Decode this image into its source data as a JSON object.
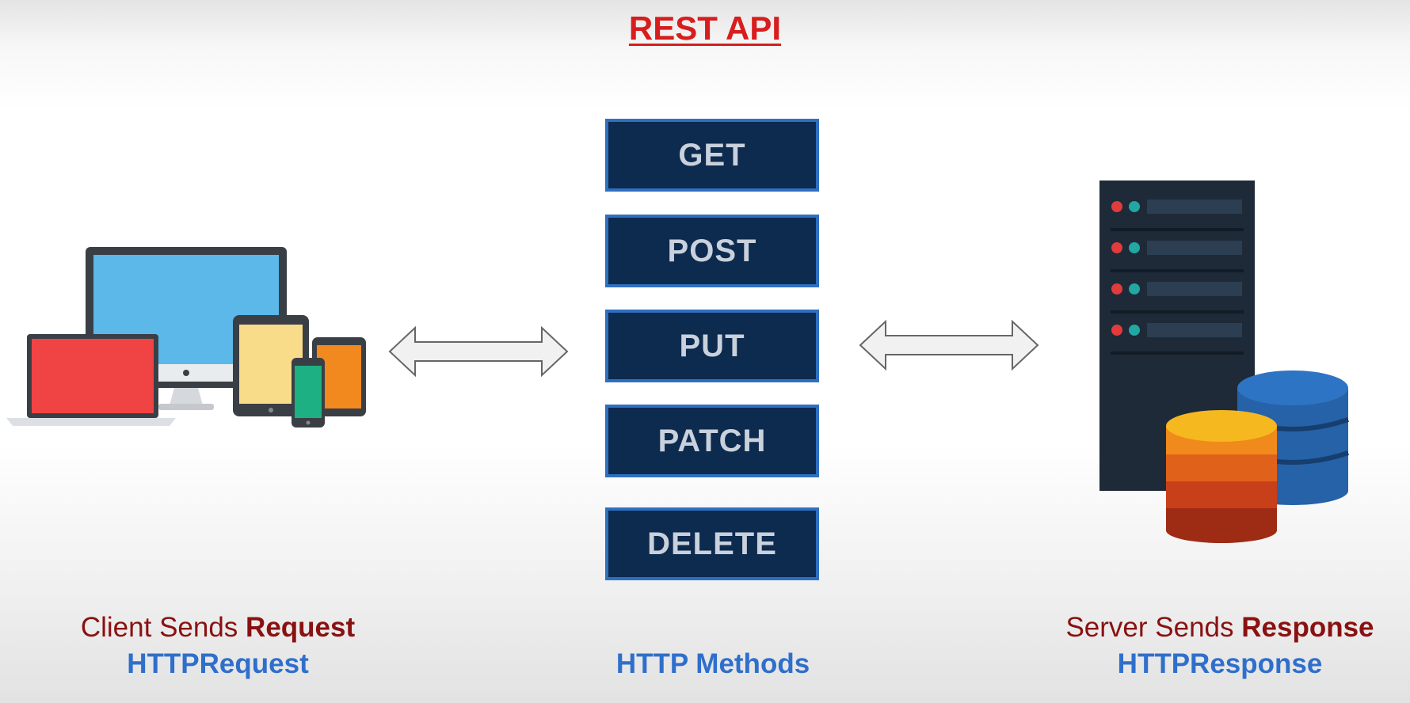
{
  "title": "REST API",
  "methods": [
    "GET",
    "POST",
    "PUT",
    "PATCH",
    "DELETE"
  ],
  "client": {
    "line1_prefix": "Client Sends",
    "line1_bold": "Request",
    "line2": "HTTPRequest"
  },
  "middle": {
    "label": "HTTP Methods"
  },
  "server": {
    "line1_prefix": "Server Sends",
    "line1_bold": "Response",
    "line2": "HTTPResponse"
  },
  "colors": {
    "title": "#d71d1d",
    "method_bg": "#0d2a4f",
    "method_border": "#2f6fc0",
    "label_dark": "#8a1111",
    "label_blue": "#2f6fcc"
  }
}
